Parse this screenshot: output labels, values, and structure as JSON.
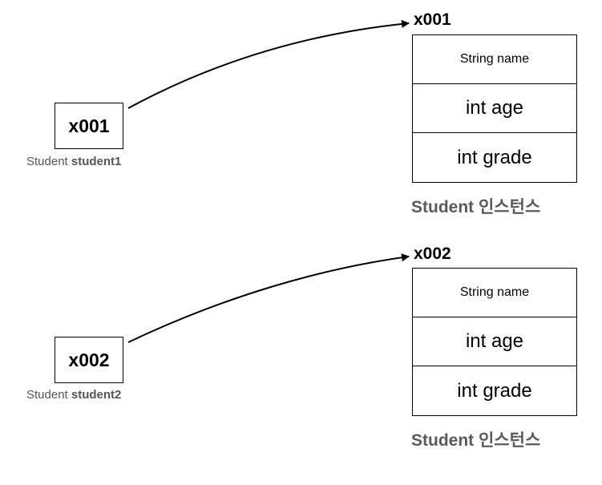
{
  "references": [
    {
      "address": "x001",
      "var_type": "Student",
      "var_name": "student1"
    },
    {
      "address": "x002",
      "var_type": "Student",
      "var_name": "student2"
    }
  ],
  "instances": [
    {
      "address": "x001",
      "fields": [
        "String name",
        "int age",
        "int grade"
      ],
      "label": "Student 인스턴스"
    },
    {
      "address": "x002",
      "fields": [
        "String name",
        "int age",
        "int grade"
      ],
      "label": "Student 인스턴스"
    }
  ]
}
